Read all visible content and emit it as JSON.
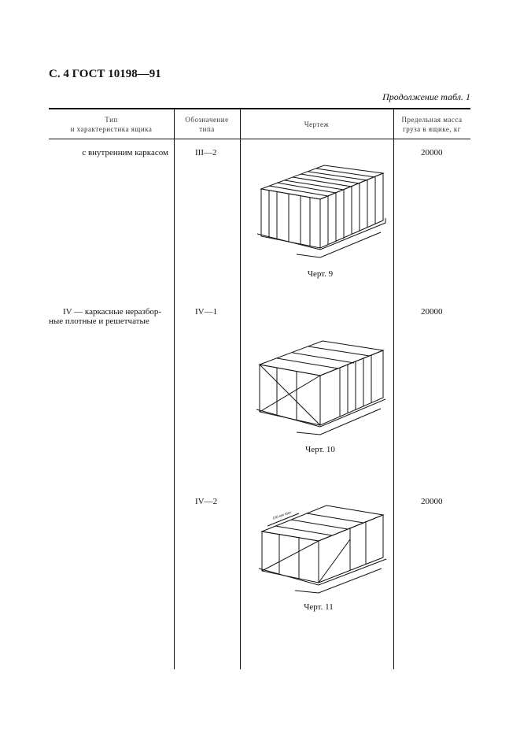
{
  "header": {
    "page_title": "С. 4 ГОСТ 10198—91",
    "continuation": "Продолжение табл. 1"
  },
  "table": {
    "columns": [
      {
        "line1": "Тип",
        "line2": "и характеристика ящика"
      },
      {
        "line1": "Обозначение",
        "line2": "типа"
      },
      {
        "line1": "Чертеж",
        "line2": ""
      },
      {
        "line1": "Предельная масса",
        "line2": "груза в ящике, кг"
      }
    ],
    "rows": [
      {
        "type": "с внутренним каркасом",
        "type_line2": "",
        "designation": "III—2",
        "drawing_caption": "Черт. 9",
        "max_mass": "20000"
      },
      {
        "type": "IV — каркасные неразбор-",
        "type_line2": "ные плотные и решетчатые",
        "designation": "IV—1",
        "drawing_caption": "Черт. 10",
        "max_mass": "20000"
      },
      {
        "type": "",
        "type_line2": "",
        "designation": "IV—2",
        "drawing_caption": "Черт. 11",
        "max_mass": "20000",
        "drawing_label": "150 мм max"
      }
    ]
  }
}
